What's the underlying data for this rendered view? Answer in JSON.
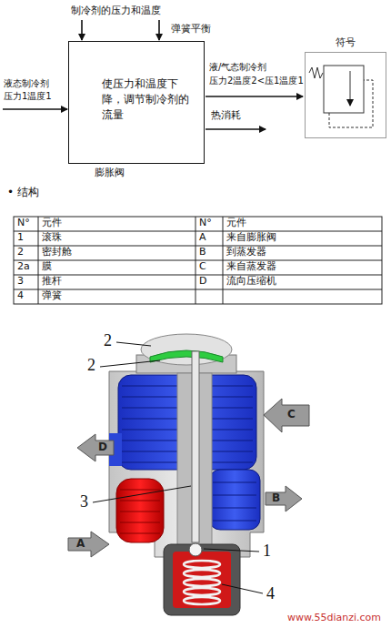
{
  "diagram": {
    "nodes": [
      {
        "text": [
          "使压力和温度下降，调节制冷剂的流量",
          "膨胀阀"
        ]
      },
      {
        "text": [
          "符号"
        ]
      }
    ],
    "labels": [
      "制冷剂的压力和温度",
      "弹簧平衡",
      "液态制冷剂",
      "压力1温度1",
      "液/气态制冷剂",
      "压力2温度2<压1温度1",
      "热消耗",
      "• 结构",
      "N°",
      "元件",
      "N°",
      "元件",
      "1",
      "滚珠",
      "A",
      "来自膨胀阀",
      "2",
      "密封舱",
      "B",
      "到蒸发器",
      "2a",
      "膜",
      "C",
      "来自蒸发器",
      "3",
      "推杆",
      "D",
      "流向压缩机",
      "4",
      "弹簧",
      "2",
      "2",
      "3",
      "1",
      "4",
      "A",
      "B",
      "C",
      "D",
      "www.55dianzi.com"
    ]
  }
}
